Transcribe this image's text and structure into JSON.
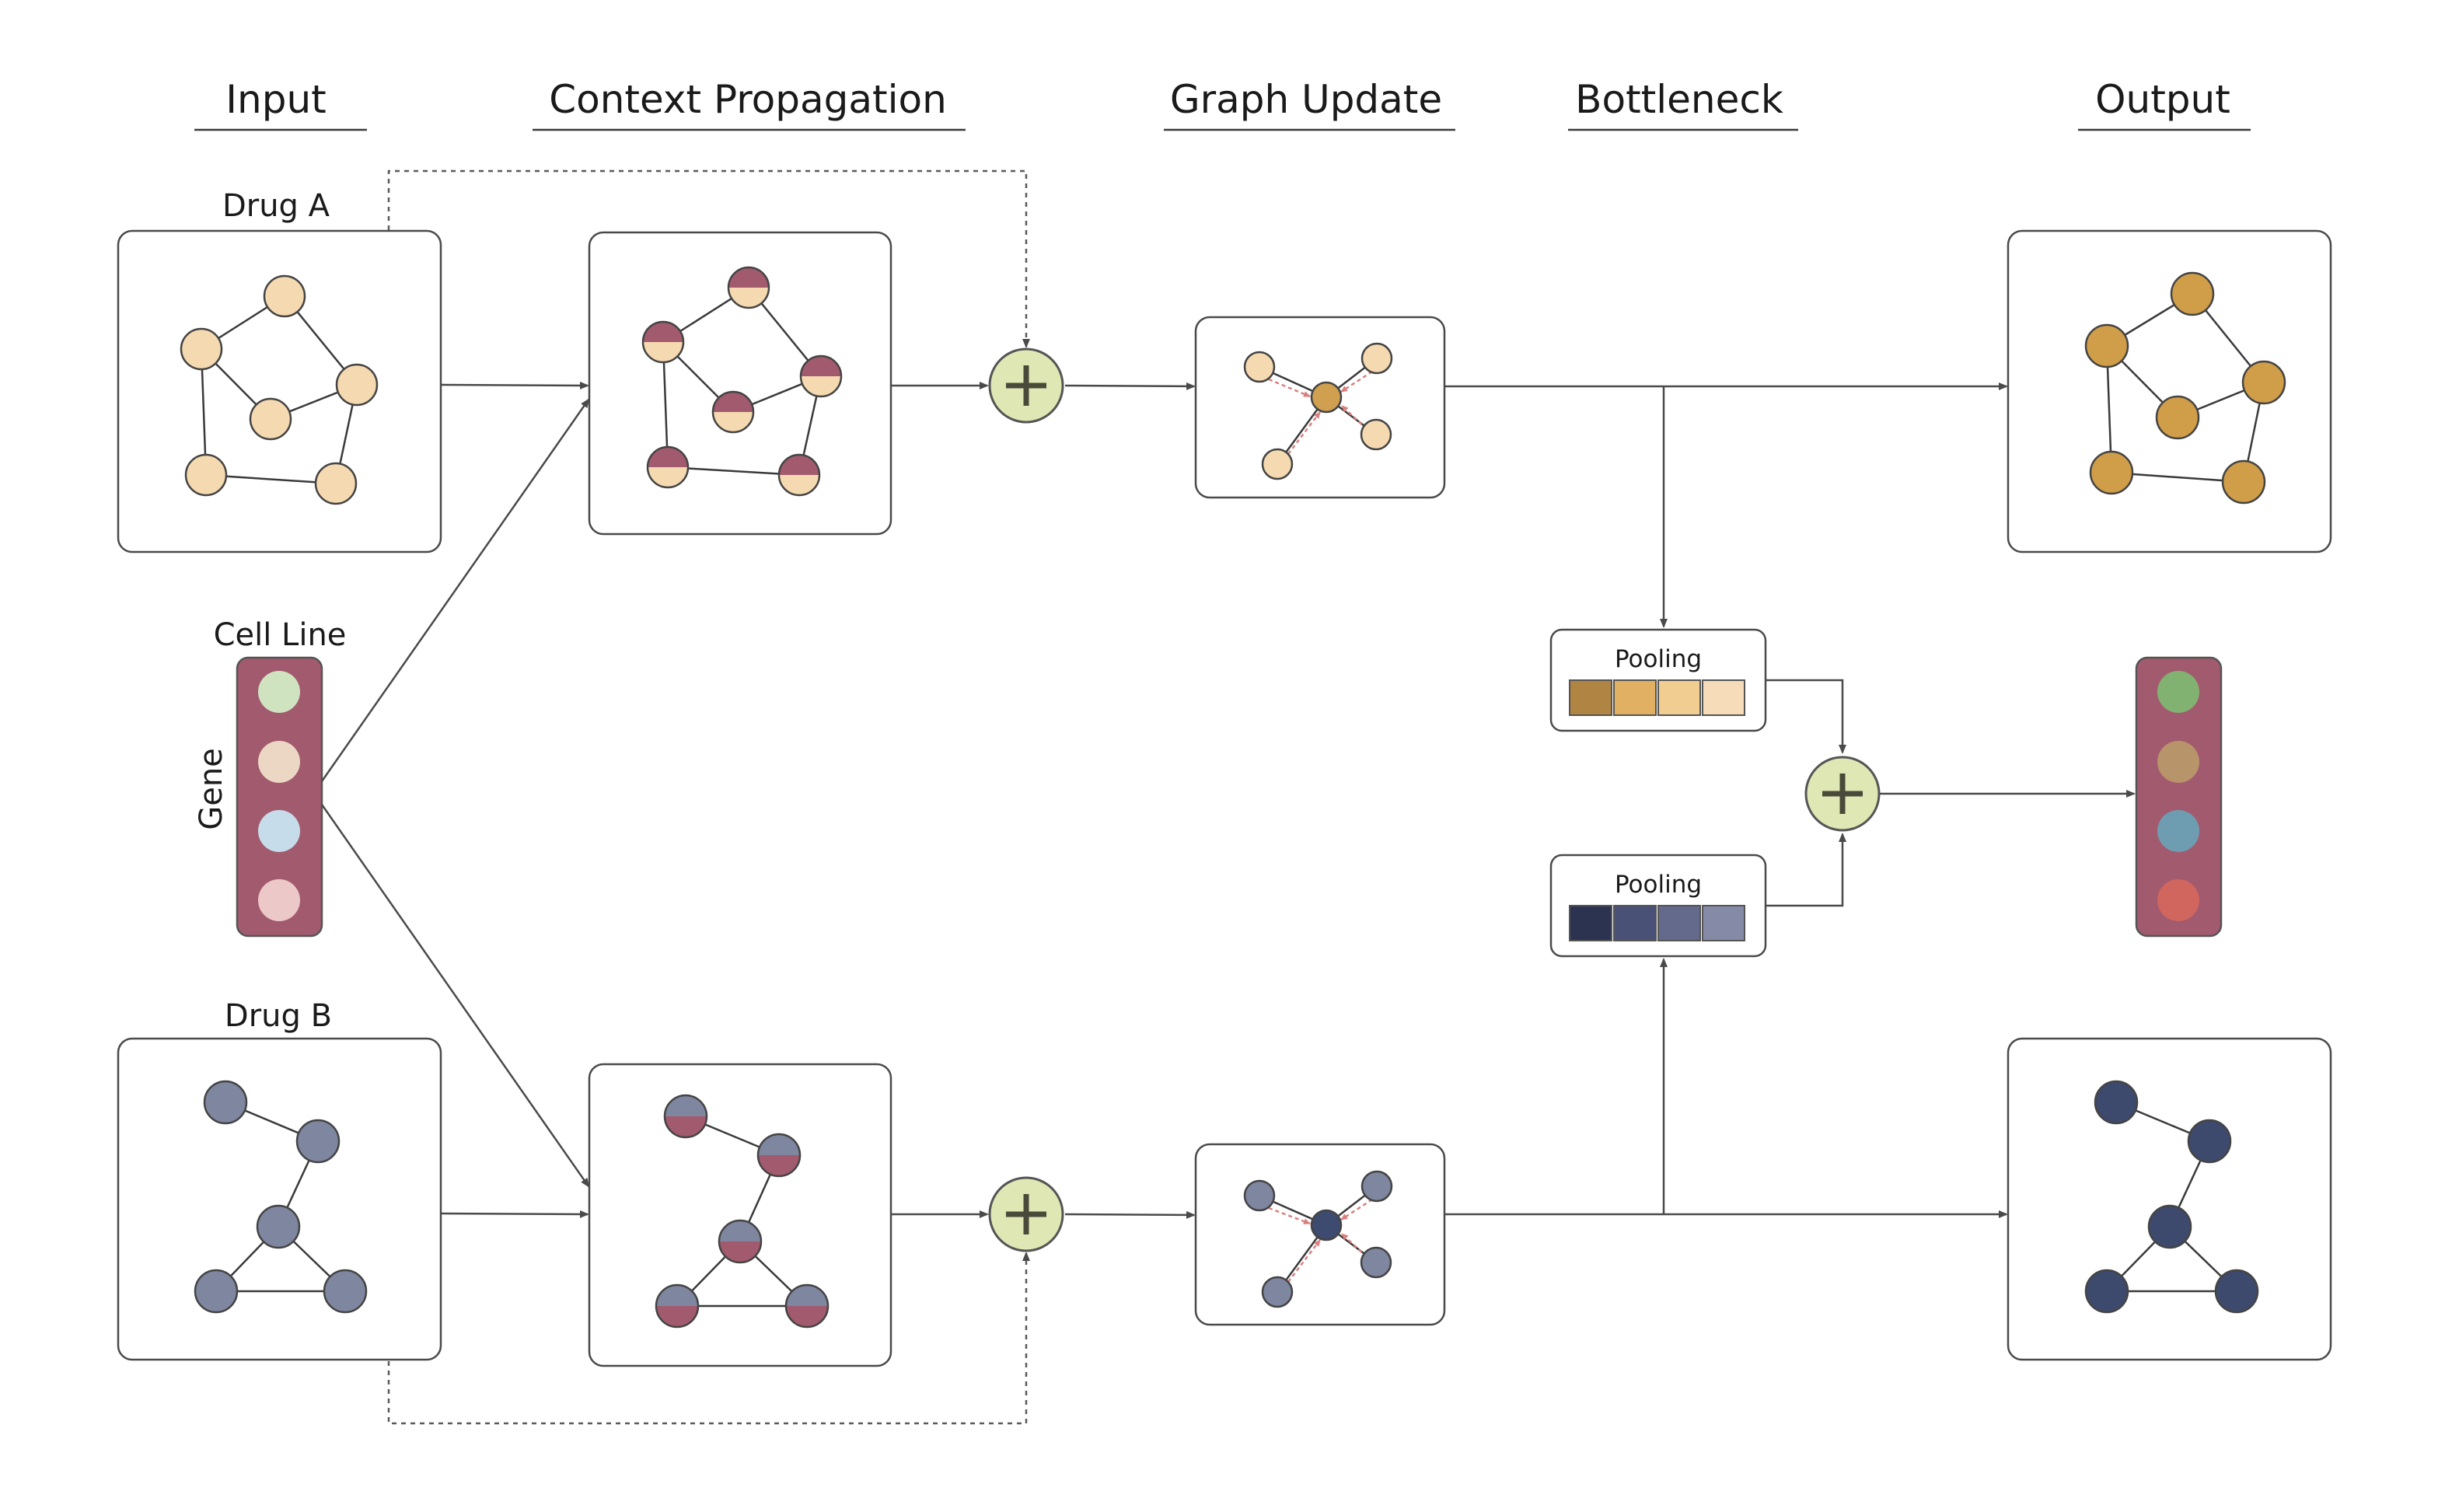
{
  "headers": {
    "input": "Input",
    "context": "Context Propagation",
    "graph_update": "Graph Update",
    "bottleneck": "Bottleneck",
    "output": "Output"
  },
  "labels": {
    "drug_a": "Drug A",
    "cell_line": "Cell Line",
    "gene": "Gene",
    "drug_b": "Drug B",
    "pooling_top": "Pooling",
    "pooling_bottom": "Pooling"
  },
  "colors": {
    "drug_a_node": "#f5d9b0",
    "drug_a_output_node": "#d09d48",
    "drug_a_center_node": "#d0a050",
    "drug_b_node": "#7e86a0",
    "drug_b_output_node": "#3d4a6e",
    "drug_b_center_node": "#3e4b70",
    "cell_bar": "#a25a6e",
    "context_top": "#a25a6e",
    "plus_fill": "#dfe8b4",
    "attention_arrow": "#d98080",
    "gene_dots": [
      "#cfe3c0",
      "#ecd7c4",
      "#c6dcea",
      "#ecc8c8"
    ],
    "output_dots": [
      "#82b272",
      "#b8946a",
      "#6e9db2",
      "#d0665e"
    ],
    "pool_top": [
      "#b08442",
      "#e1b062",
      "#f2cd92",
      "#f6dcb8"
    ],
    "pool_bottom": [
      "#2c3350",
      "#4a5176",
      "#636a8c",
      "#858ba6"
    ]
  },
  "icons": {
    "merge": "plus-icon"
  }
}
